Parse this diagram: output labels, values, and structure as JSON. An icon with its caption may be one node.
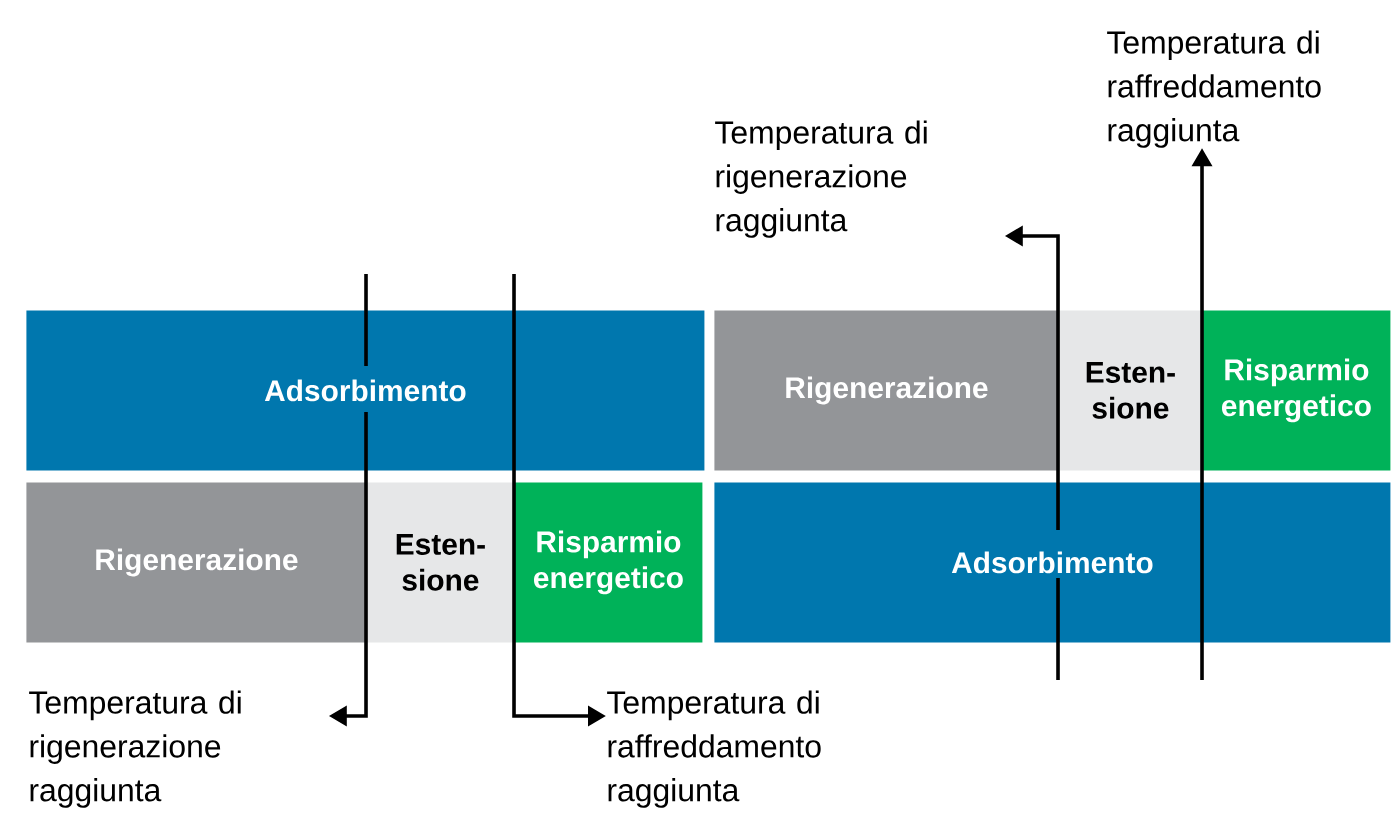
{
  "diagram": {
    "nodes": [
      {
        "text": [
          "Temperatura di raffreddamento raggiunta"
        ]
      },
      {
        "text": [
          "Temperatura di rigenerazione raggiunta"
        ]
      },
      {
        "text": [
          "Adsorbimento"
        ]
      },
      {
        "text": [
          "Rigenerazione"
        ]
      },
      {
        "text": [
          "Esten- sione"
        ]
      },
      {
        "text": [
          "Risparmio energetico"
        ]
      },
      {
        "text": [
          "Rigenerazione"
        ]
      },
      {
        "text": [
          "Esten- sione"
        ]
      },
      {
        "text": [
          "Risparmio energetico"
        ]
      },
      {
        "text": [
          "Adsorbimento"
        ]
      },
      {
        "text": [
          "Temperatura di rigenerazione raggiunta"
        ]
      },
      {
        "text": [
          "Temperatura di raffreddamento raggiunta"
        ]
      }
    ],
    "edges": [
      {
        "from": null,
        "to": 10,
        "arrow": "to"
      },
      {
        "from": null,
        "to": 11,
        "arrow": "to"
      },
      {
        "from": null,
        "to": 1,
        "arrow": "to"
      },
      {
        "from": null,
        "to": 0,
        "arrow": "to"
      }
    ]
  }
}
